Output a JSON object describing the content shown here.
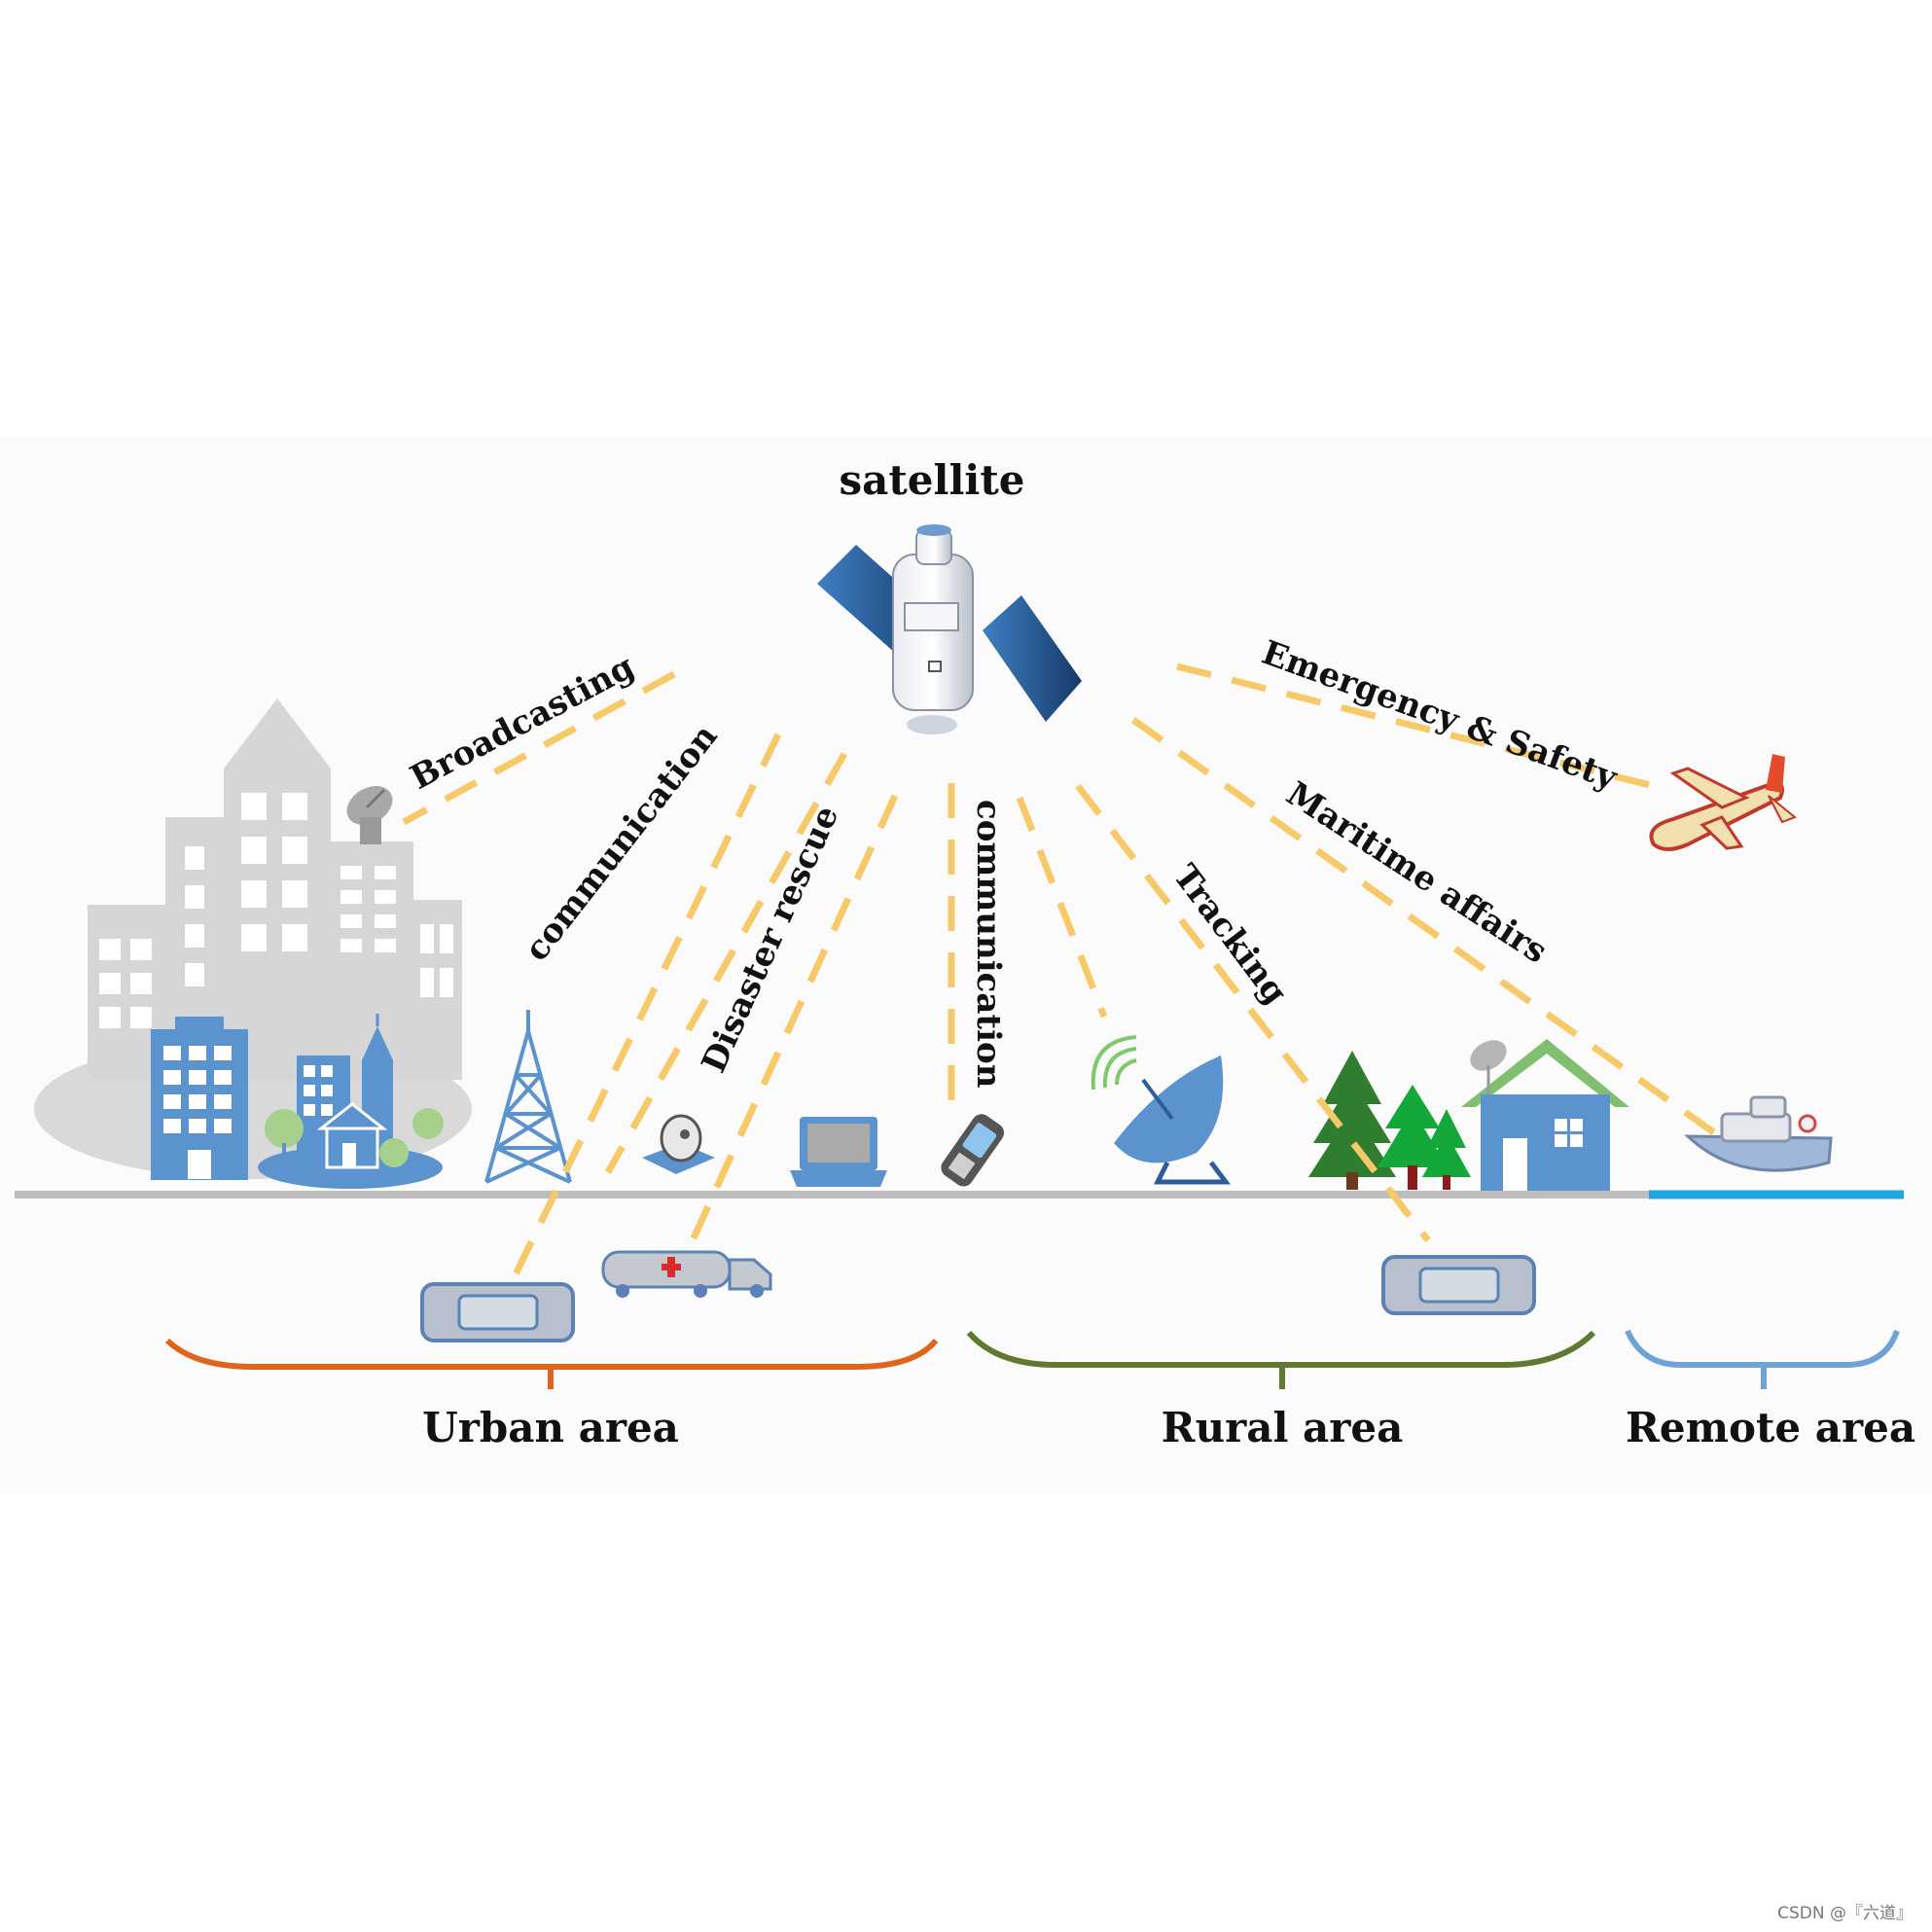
{
  "diagram": {
    "satellite_label": "satellite",
    "links": [
      {
        "id": "broadcasting",
        "label": "Broadcasting"
      },
      {
        "id": "communication-urban",
        "label": "communication"
      },
      {
        "id": "disaster-rescue",
        "label": "Disaster rescue"
      },
      {
        "id": "communication-center",
        "label": "communication"
      },
      {
        "id": "tracking",
        "label": "Tracking"
      },
      {
        "id": "maritime",
        "label": "Maritime affairs"
      },
      {
        "id": "emergency",
        "label": "Emergency & Safety"
      }
    ],
    "areas": [
      {
        "id": "urban",
        "label": "Urban area",
        "color": "#e0651c"
      },
      {
        "id": "rural",
        "label": "Rural area",
        "color": "#5f7a30"
      },
      {
        "id": "remote",
        "label": "Remote area",
        "color": "#6fa3d6"
      }
    ],
    "colors": {
      "beam": "#f7c969",
      "ground": "#bdbdbd",
      "water": "#1ea4e0",
      "icon_blue": "#5b93cf",
      "building_gray": "#d6d6d6",
      "panel_blue": "#2e6db0"
    }
  },
  "watermark": "CSDN @『六道』"
}
